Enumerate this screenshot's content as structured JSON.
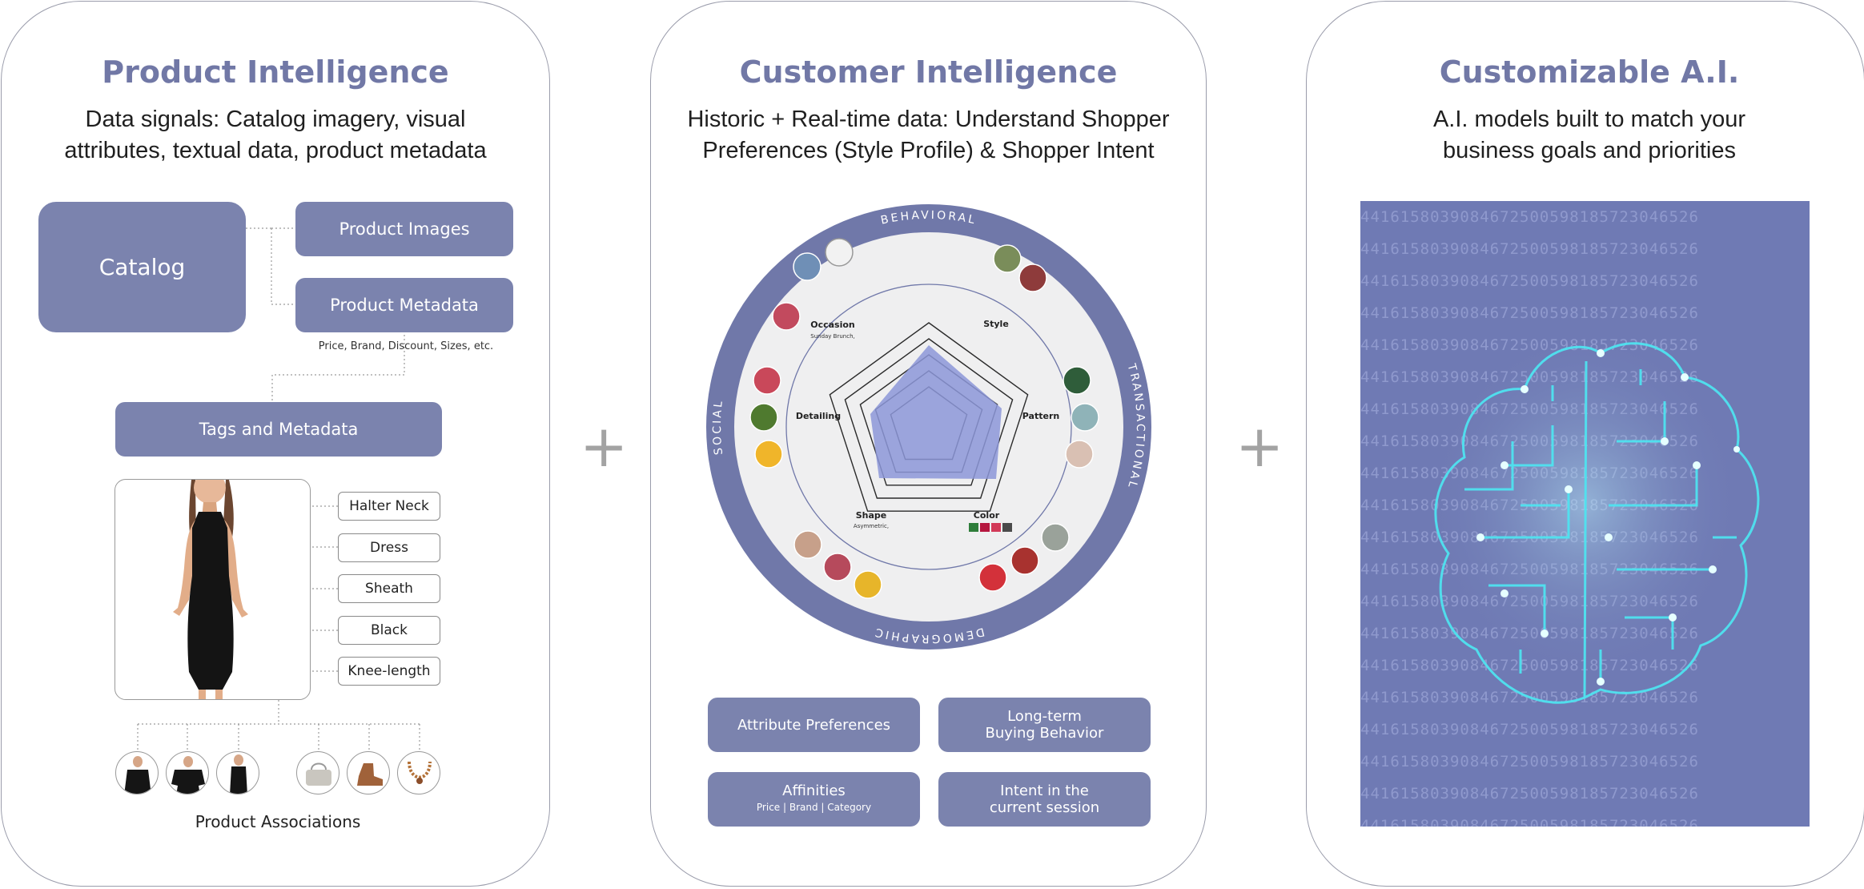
{
  "colors": {
    "accent": "#7b83ae",
    "title": "#7178a6",
    "ring": "#7078a9",
    "inner": "#efeff0",
    "radar_fill": "#8c97d8"
  },
  "separator": "+",
  "product": {
    "title": "Product Intelligence",
    "subtitle_line1": "Data signals: Catalog imagery, visual",
    "subtitle_line2": "attributes, textual data, product metadata",
    "catalog": "Catalog",
    "product_images": "Product Images",
    "product_metadata": "Product Metadata",
    "metadata_note": "Price, Brand, Discount, Sizes, etc.",
    "tags_metadata": "Tags and Metadata",
    "tags": [
      "Halter Neck",
      "Dress",
      "Sheath",
      "Black",
      "Knee-length"
    ],
    "associations": "Product Associations",
    "association_items": [
      "black-top-thumb",
      "black-blouse-thumb",
      "black-dress-thumb",
      "silver-bag-thumb",
      "brown-boot-thumb",
      "necklace-thumb"
    ]
  },
  "customer": {
    "title": "Customer Intelligence",
    "subtitle_line1": "Historic + Real-time data: Understand Shopper",
    "subtitle_line2": "Preferences (Style Profile) & Shopper Intent",
    "ring_labels": {
      "top": "BEHAVIORAL",
      "right": "TRANSACTIONAL",
      "bottom": "DEMOGRAPHIC",
      "left": "SOCIAL"
    },
    "radar": {
      "occasion": "Occasion",
      "occasion_sub": "Sunday Brunch,",
      "style": "Style",
      "pattern": "Pattern",
      "color": "Color",
      "shape": "Shape",
      "shape_sub": "Asymmetric,",
      "detailing": "Detailing",
      "color_swatches": [
        "#2e7d3a",
        "#b5173f",
        "#d23a58",
        "#4a4a4a"
      ]
    },
    "buttons": {
      "attribute_preferences": "Attribute Preferences",
      "long_term_1": "Long-term",
      "long_term_2": "Buying Behavior",
      "affinities": "Affinities",
      "affinities_sub": "Price | Brand | Category",
      "intent_1": "Intent in the",
      "intent_2": "current session"
    }
  },
  "ai": {
    "title": "Customizable A.I.",
    "subtitle_line1": "A.I. models built to match your",
    "subtitle_line2": "business goals and priorities"
  }
}
